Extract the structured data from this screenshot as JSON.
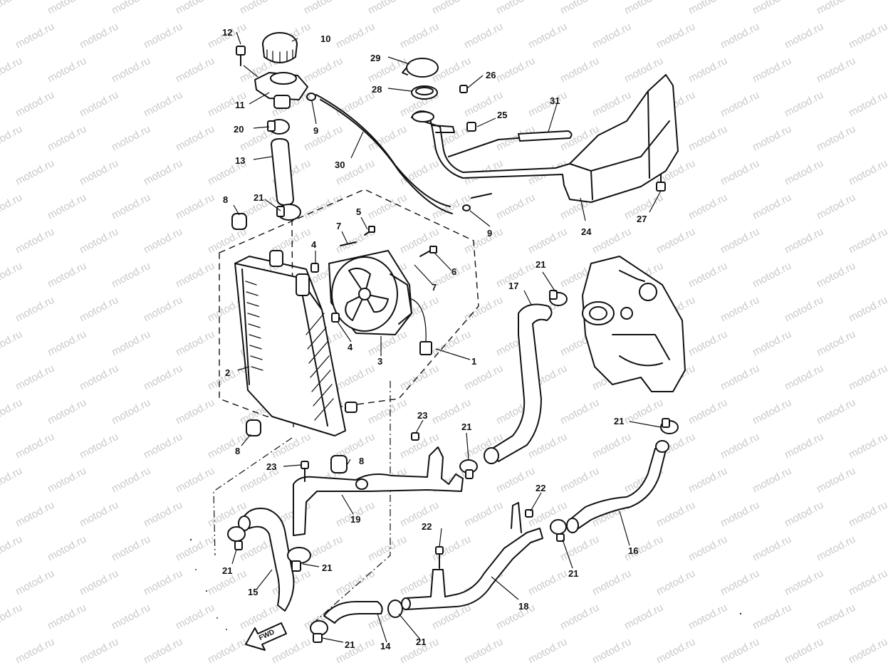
{
  "watermark": "motod.ru",
  "fwd_label": "FWD",
  "callouts": {
    "c1": "1",
    "c2": "2",
    "c3": "3",
    "c4a": "4",
    "c4b": "4",
    "c5": "5",
    "c6": "6",
    "c7a": "7",
    "c7b": "7",
    "c8a": "8",
    "c8b": "8",
    "c8c": "8",
    "c9a": "9",
    "c9b": "9",
    "c10": "10",
    "c11": "11",
    "c12": "12",
    "c13": "13",
    "c14": "14",
    "c15": "15",
    "c16": "16",
    "c17": "17",
    "c18": "18",
    "c19": "19",
    "c20": "20",
    "c21a": "21",
    "c21b": "21",
    "c21c": "21",
    "c21d": "21",
    "c21e": "21",
    "c21f": "21",
    "c21g": "21",
    "c21h": "21",
    "c21i": "21",
    "c22a": "22",
    "c22b": "22",
    "c23a": "23",
    "c23b": "23",
    "c24": "24",
    "c25": "25",
    "c26": "26",
    "c27": "27",
    "c28": "28",
    "c29": "29",
    "c30": "30",
    "c31": "31"
  }
}
